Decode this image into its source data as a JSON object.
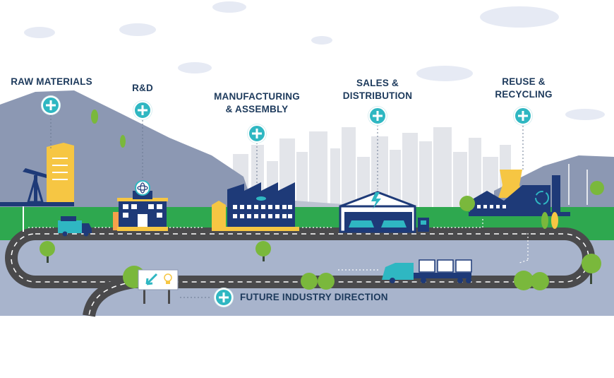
{
  "stages": [
    {
      "id": "raw-materials",
      "label": "RAW MATERIALS"
    },
    {
      "id": "rnd",
      "label": "R&D"
    },
    {
      "id": "manufacturing",
      "label": "MANUFACTURING\n& ASSEMBLY"
    },
    {
      "id": "sales",
      "label": "SALES &\nDISTRIBUTION"
    },
    {
      "id": "reuse",
      "label": "REUSE &\nRECYCLING"
    }
  ],
  "future": {
    "label": "FUTURE INDUSTRY DIRECTION"
  },
  "colors": {
    "accent": "#2fb7c2",
    "label_text": "#1d3a5c",
    "mountain": "#8c98b3",
    "city": "#e3e5ea",
    "grass": "#2ea84f",
    "road": "#4a4a4c",
    "ground": "#a8b4cc",
    "building_navy": "#1e3a78",
    "building_yellow": "#f6c643"
  },
  "icons": {
    "expand": "plus-icon",
    "research_emblem": "atom-icon",
    "recycling_emblem": "recycle-icon",
    "sales_emblem": "lightning-icon",
    "signpost": "lightbulb-icon"
  }
}
